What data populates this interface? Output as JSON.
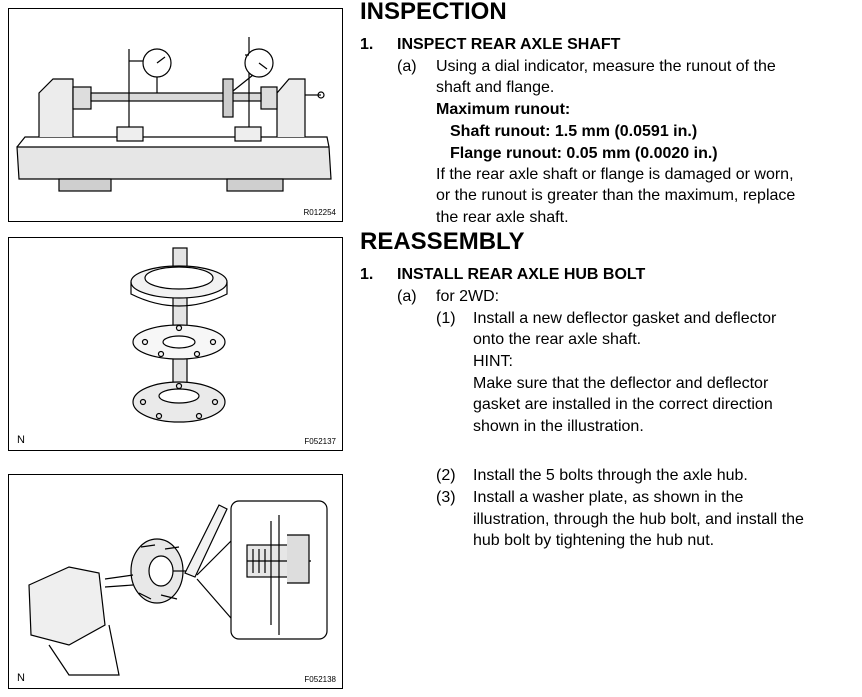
{
  "figures": [
    {
      "code": "R012254",
      "n": ""
    },
    {
      "code": "F052137",
      "n": "N"
    },
    {
      "code": "F052138",
      "n": "N"
    }
  ],
  "inspection": {
    "heading": "INSPECTION",
    "step_num": "1.",
    "step_title": "INSPECT REAR AXLE SHAFT",
    "sub_a_label": "(a)",
    "sub_a_line1": "Using a dial indicator, measure the runout of the",
    "sub_a_line2": "shaft and flange.",
    "max_runout": "Maximum runout:",
    "shaft_runout": "Shaft runout: 1.5 mm (0.0591 in.)",
    "flange_runout": "Flange runout: 0.05 mm (0.0020 in.)",
    "note_line1": "If the rear axle shaft or flange is damaged or worn,",
    "note_line2": "or the runout is greater than the maximum, replace",
    "note_line3": "the rear axle shaft."
  },
  "reassembly": {
    "heading": "REASSEMBLY",
    "step_num": "1.",
    "step_title": "INSTALL REAR AXLE HUB BOLT",
    "sub_a_label": "(a)",
    "sub_a_text": "for 2WD:",
    "item1_label": "(1)",
    "item1_line1": "Install a new deflector gasket and deflector",
    "item1_line2": "onto the rear axle shaft.",
    "hint_label": "HINT:",
    "hint_line1": "Make sure that the deflector and deflector",
    "hint_line2": "gasket are installed in the correct direction",
    "hint_line3": "shown in the illustration.",
    "item2_label": "(2)",
    "item2_text": "Install the 5 bolts through the axle hub.",
    "item3_label": "(3)",
    "item3_line1": "Install a washer plate, as shown in the",
    "item3_line2": "illustration, through the hub bolt, and install the",
    "item3_line3": "hub bolt by tightening the hub nut."
  }
}
